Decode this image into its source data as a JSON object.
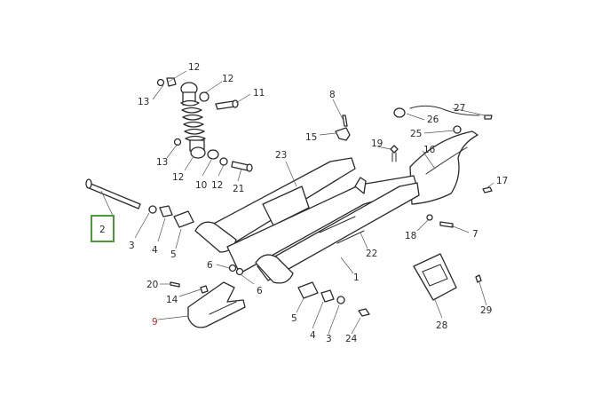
{
  "highlight_color": "#4c9a3a",
  "callouts": [
    {
      "id": "c12a",
      "text": "12"
    },
    {
      "id": "c12b",
      "text": "12"
    },
    {
      "id": "c13a",
      "text": "13"
    },
    {
      "id": "c11",
      "text": "11"
    },
    {
      "id": "c8",
      "text": "8"
    },
    {
      "id": "c15",
      "text": "15"
    },
    {
      "id": "c19",
      "text": "19"
    },
    {
      "id": "c27",
      "text": "27"
    },
    {
      "id": "c26",
      "text": "26"
    },
    {
      "id": "c25",
      "text": "25"
    },
    {
      "id": "c16",
      "text": "16"
    },
    {
      "id": "c13b",
      "text": "13"
    },
    {
      "id": "c23",
      "text": "23"
    },
    {
      "id": "c12c",
      "text": "12"
    },
    {
      "id": "c10",
      "text": "10"
    },
    {
      "id": "c12d",
      "text": "12"
    },
    {
      "id": "c21",
      "text": "21"
    },
    {
      "id": "c17",
      "text": "17"
    },
    {
      "id": "c2",
      "text": "2"
    },
    {
      "id": "c3a",
      "text": "3"
    },
    {
      "id": "c4a",
      "text": "4"
    },
    {
      "id": "c5a",
      "text": "5"
    },
    {
      "id": "c18",
      "text": "18"
    },
    {
      "id": "c7",
      "text": "7"
    },
    {
      "id": "c22",
      "text": "22"
    },
    {
      "id": "c6a",
      "text": "6"
    },
    {
      "id": "c6b",
      "text": "6"
    },
    {
      "id": "c1",
      "text": "1"
    },
    {
      "id": "c20",
      "text": "20"
    },
    {
      "id": "c14",
      "text": "14"
    },
    {
      "id": "c9",
      "text": "9"
    },
    {
      "id": "c5b",
      "text": "5"
    },
    {
      "id": "c4b",
      "text": "4"
    },
    {
      "id": "c3b",
      "text": "3"
    },
    {
      "id": "c24",
      "text": "24"
    },
    {
      "id": "c28",
      "text": "28"
    },
    {
      "id": "c29",
      "text": "29"
    }
  ]
}
